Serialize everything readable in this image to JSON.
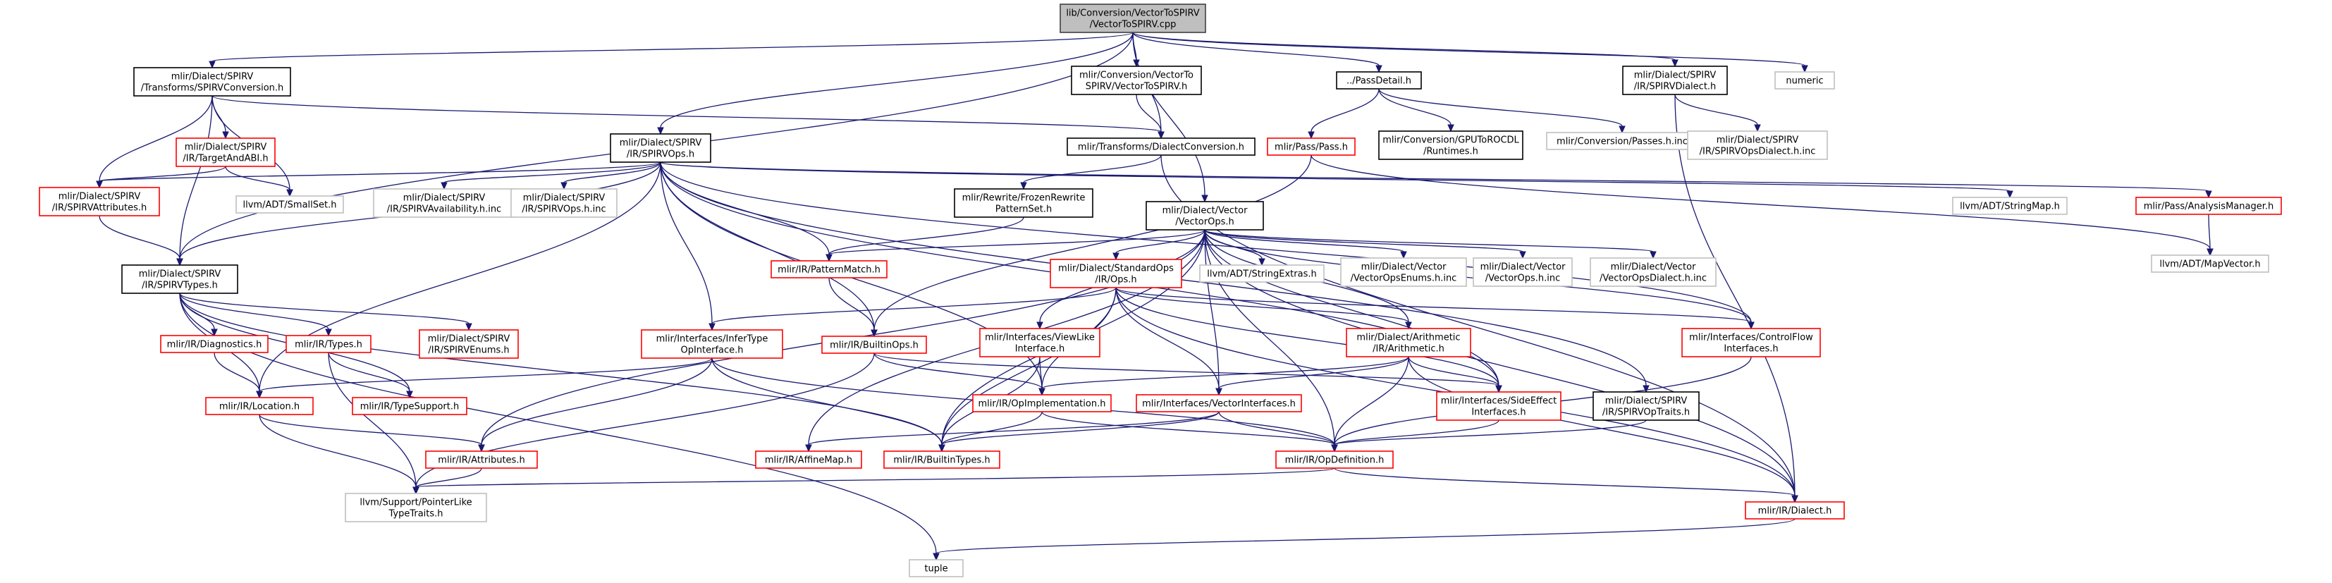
{
  "colors": {
    "edge": "#191970",
    "root_fill": "#bfbfbf",
    "root_stroke": "#404040",
    "documented": "#000000",
    "undocumented": "#ff0000",
    "external": "#bfbfbf"
  },
  "nodes": [
    {
      "id": "root",
      "kind": "root",
      "lines": [
        "lib/Conversion/VectorToSPIRV",
        "/VectorToSPIRV.cpp"
      ]
    },
    {
      "id": "spirvconv",
      "kind": "black",
      "lines": [
        "mlir/Dialect/SPIRV",
        "/Transforms/SPIRVConversion.h"
      ]
    },
    {
      "id": "vtospirvh",
      "kind": "black",
      "lines": [
        "mlir/Conversion/VectorTo",
        "SPIRV/VectorToSPIRV.h"
      ]
    },
    {
      "id": "passdetail",
      "kind": "black",
      "lines": [
        "../PassDetail.h"
      ]
    },
    {
      "id": "spirvdialect",
      "kind": "black",
      "lines": [
        "mlir/Dialect/SPIRV",
        "/IR/SPIRVDialect.h"
      ]
    },
    {
      "id": "numeric",
      "kind": "gray",
      "lines": [
        "numeric"
      ]
    },
    {
      "id": "targetabi",
      "kind": "red",
      "lines": [
        "mlir/Dialect/SPIRV",
        "/IR/TargetAndABI.h"
      ]
    },
    {
      "id": "spirvops",
      "kind": "black",
      "lines": [
        "mlir/Dialect/SPIRV",
        "/IR/SPIRVOps.h"
      ]
    },
    {
      "id": "dialectconv",
      "kind": "black",
      "lines": [
        "mlir/Transforms/DialectConversion.h"
      ]
    },
    {
      "id": "passh",
      "kind": "red",
      "lines": [
        "mlir/Pass/Pass.h"
      ]
    },
    {
      "id": "gpurocdl",
      "kind": "black",
      "lines": [
        "mlir/Conversion/GPUToROCDL",
        "/Runtimes.h"
      ]
    },
    {
      "id": "passesinc",
      "kind": "gray",
      "lines": [
        "mlir/Conversion/Passes.h.inc"
      ]
    },
    {
      "id": "spirvopsdialectinc",
      "kind": "gray",
      "lines": [
        "mlir/Dialect/SPIRV",
        "/IR/SPIRVOpsDialect.h.inc"
      ]
    },
    {
      "id": "spirvattrs",
      "kind": "red",
      "lines": [
        "mlir/Dialect/SPIRV",
        "/IR/SPIRVAttributes.h"
      ]
    },
    {
      "id": "smallset",
      "kind": "gray",
      "lines": [
        "llvm/ADT/SmallSet.h"
      ]
    },
    {
      "id": "spirvavail",
      "kind": "gray",
      "lines": [
        "mlir/Dialect/SPIRV",
        "/IR/SPIRVAvailability.h.inc"
      ]
    },
    {
      "id": "spirvopsinc",
      "kind": "gray",
      "lines": [
        "mlir/Dialect/SPIRV",
        "/IR/SPIRVOps.h.inc"
      ]
    },
    {
      "id": "frozen",
      "kind": "black",
      "lines": [
        "mlir/Rewrite/FrozenRewrite",
        "PatternSet.h"
      ]
    },
    {
      "id": "vectorops",
      "kind": "black",
      "lines": [
        "mlir/Dialect/Vector",
        "/VectorOps.h"
      ]
    },
    {
      "id": "stringmap",
      "kind": "gray",
      "lines": [
        "llvm/ADT/StringMap.h"
      ]
    },
    {
      "id": "analysismgr",
      "kind": "red",
      "lines": [
        "mlir/Pass/AnalysisManager.h"
      ]
    },
    {
      "id": "spirvtypes",
      "kind": "black",
      "lines": [
        "mlir/Dialect/SPIRV",
        "/IR/SPIRVTypes.h"
      ]
    },
    {
      "id": "patternmatch",
      "kind": "red",
      "lines": [
        "mlir/IR/PatternMatch.h"
      ]
    },
    {
      "id": "standardops",
      "kind": "red",
      "lines": [
        "mlir/Dialect/StandardOps",
        "/IR/Ops.h"
      ]
    },
    {
      "id": "stringextras",
      "kind": "gray",
      "lines": [
        "llvm/ADT/StringExtras.h"
      ]
    },
    {
      "id": "vecenums",
      "kind": "gray",
      "lines": [
        "mlir/Dialect/Vector",
        "/VectorOpsEnums.h.inc"
      ]
    },
    {
      "id": "vecopsinc",
      "kind": "gray",
      "lines": [
        "mlir/Dialect/Vector",
        "/VectorOps.h.inc"
      ]
    },
    {
      "id": "vecdialectinc",
      "kind": "gray",
      "lines": [
        "mlir/Dialect/Vector",
        "/VectorOpsDialect.h.inc"
      ]
    },
    {
      "id": "mapvector",
      "kind": "gray",
      "lines": [
        "llvm/ADT/MapVector.h"
      ]
    },
    {
      "id": "diagnostics",
      "kind": "red",
      "lines": [
        "mlir/IR/Diagnostics.h"
      ]
    },
    {
      "id": "irtypes",
      "kind": "red",
      "lines": [
        "mlir/IR/Types.h"
      ]
    },
    {
      "id": "spirvenums",
      "kind": "red",
      "lines": [
        "mlir/Dialect/SPIRV",
        "/IR/SPIRVEnums.h"
      ]
    },
    {
      "id": "infertype",
      "kind": "red",
      "lines": [
        "mlir/Interfaces/InferType",
        "OpInterface.h"
      ]
    },
    {
      "id": "builtinops",
      "kind": "red",
      "lines": [
        "mlir/IR/BuiltinOps.h"
      ]
    },
    {
      "id": "viewlike",
      "kind": "red",
      "lines": [
        "mlir/Interfaces/ViewLike",
        "Interface.h"
      ]
    },
    {
      "id": "arith",
      "kind": "red",
      "lines": [
        "mlir/Dialect/Arithmetic",
        "/IR/Arithmetic.h"
      ]
    },
    {
      "id": "controlflow",
      "kind": "red",
      "lines": [
        "mlir/Interfaces/ControlFlow",
        "Interfaces.h"
      ]
    },
    {
      "id": "location",
      "kind": "red",
      "lines": [
        "mlir/IR/Location.h"
      ]
    },
    {
      "id": "typesupport",
      "kind": "red",
      "lines": [
        "mlir/IR/TypeSupport.h"
      ]
    },
    {
      "id": "opimpl",
      "kind": "red",
      "lines": [
        "mlir/IR/OpImplementation.h"
      ]
    },
    {
      "id": "vecinterfaces",
      "kind": "red",
      "lines": [
        "mlir/Interfaces/VectorInterfaces.h"
      ]
    },
    {
      "id": "sideeffect",
      "kind": "red",
      "lines": [
        "mlir/Interfaces/SideEffect",
        "Interfaces.h"
      ]
    },
    {
      "id": "spirvoptraits",
      "kind": "black",
      "lines": [
        "mlir/Dialect/SPIRV",
        "/IR/SPIRVOpTraits.h"
      ]
    },
    {
      "id": "attributes",
      "kind": "red",
      "lines": [
        "mlir/IR/Attributes.h"
      ]
    },
    {
      "id": "affinemap",
      "kind": "red",
      "lines": [
        "mlir/IR/AffineMap.h"
      ]
    },
    {
      "id": "builtintypes",
      "kind": "red",
      "lines": [
        "mlir/IR/BuiltinTypes.h"
      ]
    },
    {
      "id": "opdef",
      "kind": "red",
      "lines": [
        "mlir/IR/OpDefinition.h"
      ]
    },
    {
      "id": "pointerlike",
      "kind": "gray",
      "lines": [
        "llvm/Support/PointerLike",
        "TypeTraits.h"
      ]
    },
    {
      "id": "irdialect",
      "kind": "red",
      "lines": [
        "mlir/IR/Dialect.h"
      ]
    },
    {
      "id": "tuple",
      "kind": "gray",
      "lines": [
        "tuple"
      ]
    }
  ],
  "edges": [
    [
      "root",
      "spirvconv"
    ],
    [
      "root",
      "vtospirvh"
    ],
    [
      "root",
      "passdetail"
    ],
    [
      "root",
      "spirvdialect"
    ],
    [
      "root",
      "numeric"
    ],
    [
      "root",
      "spirvops"
    ],
    [
      "root",
      "dialectconv"
    ],
    [
      "root",
      "vectorops"
    ],
    [
      "root",
      "spirvtypes"
    ],
    [
      "spirvconv",
      "targetabi"
    ],
    [
      "spirvconv",
      "smallset"
    ],
    [
      "spirvconv",
      "spirvattrs"
    ],
    [
      "spirvconv",
      "spirvtypes"
    ],
    [
      "spirvconv",
      "dialectconv"
    ],
    [
      "vtospirvh",
      "dialectconv"
    ],
    [
      "passdetail",
      "passh"
    ],
    [
      "passdetail",
      "gpurocdl"
    ],
    [
      "passdetail",
      "passesinc"
    ],
    [
      "spirvdialect",
      "spirvopsdialectinc"
    ],
    [
      "spirvdialect",
      "irdialect"
    ],
    [
      "targetabi",
      "spirvattrs"
    ],
    [
      "targetabi",
      "smallset"
    ],
    [
      "spirvops",
      "spirvattrs"
    ],
    [
      "spirvops",
      "spirvtypes"
    ],
    [
      "spirvops",
      "spirvavail"
    ],
    [
      "spirvops",
      "spirvopsinc"
    ],
    [
      "spirvops",
      "infertype"
    ],
    [
      "spirvops",
      "builtinops"
    ],
    [
      "spirvops",
      "opimpl"
    ],
    [
      "spirvops",
      "patternmatch"
    ],
    [
      "spirvops",
      "location"
    ],
    [
      "spirvops",
      "stringmap"
    ],
    [
      "spirvops",
      "sideeffect"
    ],
    [
      "spirvops",
      "controlflow"
    ],
    [
      "spirvops",
      "spirvoptraits"
    ],
    [
      "spirvops",
      "analysismgr"
    ],
    [
      "dialectconv",
      "frozen"
    ],
    [
      "dialectconv",
      "irdialect"
    ],
    [
      "passh",
      "mapvector"
    ],
    [
      "passh",
      "builtinops"
    ],
    [
      "spirvattrs",
      "spirvtypes"
    ],
    [
      "frozen",
      "patternmatch"
    ],
    [
      "vectorops",
      "patternmatch"
    ],
    [
      "vectorops",
      "standardops"
    ],
    [
      "vectorops",
      "stringextras"
    ],
    [
      "vectorops",
      "vecenums"
    ],
    [
      "vectorops",
      "vecopsinc"
    ],
    [
      "vectorops",
      "vecdialectinc"
    ],
    [
      "vectorops",
      "viewlike"
    ],
    [
      "vectorops",
      "builtintypes"
    ],
    [
      "vectorops",
      "vecinterfaces"
    ],
    [
      "vectorops",
      "attributes"
    ],
    [
      "vectorops",
      "affinemap"
    ],
    [
      "vectorops",
      "arith"
    ],
    [
      "vectorops",
      "sideeffect"
    ],
    [
      "vectorops",
      "controlflow"
    ],
    [
      "vectorops",
      "opdef"
    ],
    [
      "vectorops",
      "irdialect"
    ],
    [
      "analysismgr",
      "mapvector"
    ],
    [
      "spirvtypes",
      "diagnostics"
    ],
    [
      "spirvtypes",
      "irtypes"
    ],
    [
      "spirvtypes",
      "spirvenums"
    ],
    [
      "spirvtypes",
      "typesupport"
    ],
    [
      "spirvtypes",
      "location"
    ],
    [
      "spirvtypes",
      "builtintypes"
    ],
    [
      "spirvtypes",
      "tuple"
    ],
    [
      "patternmatch",
      "builtinops"
    ],
    [
      "standardops",
      "infertype"
    ],
    [
      "standardops",
      "opimpl"
    ],
    [
      "standardops",
      "arith"
    ],
    [
      "standardops",
      "controlflow"
    ],
    [
      "standardops",
      "vecinterfaces"
    ],
    [
      "standardops",
      "sideeffect"
    ],
    [
      "standardops",
      "builtintypes"
    ],
    [
      "standardops",
      "irdialect"
    ],
    [
      "diagnostics",
      "location"
    ],
    [
      "irtypes",
      "typesupport"
    ],
    [
      "irtypes",
      "pointerlike"
    ],
    [
      "infertype",
      "location"
    ],
    [
      "infertype",
      "attributes"
    ],
    [
      "infertype",
      "builtintypes"
    ],
    [
      "infertype",
      "opdef"
    ],
    [
      "builtinops",
      "opimpl"
    ],
    [
      "builtinops",
      "sideeffect"
    ],
    [
      "builtinops",
      "pointerlike"
    ],
    [
      "viewlike",
      "opimpl"
    ],
    [
      "viewlike",
      "builtintypes"
    ],
    [
      "arith",
      "opimpl"
    ],
    [
      "arith",
      "vecinterfaces"
    ],
    [
      "arith",
      "sideeffect"
    ],
    [
      "arith",
      "opdef"
    ],
    [
      "arith",
      "irdialect"
    ],
    [
      "controlflow",
      "opdef"
    ],
    [
      "location",
      "attributes"
    ],
    [
      "location",
      "pointerlike"
    ],
    [
      "opimpl",
      "builtintypes"
    ],
    [
      "opimpl",
      "opdef"
    ],
    [
      "vecinterfaces",
      "affinemap"
    ],
    [
      "vecinterfaces",
      "builtintypes"
    ],
    [
      "vecinterfaces",
      "opdef"
    ],
    [
      "sideeffect",
      "opdef"
    ],
    [
      "spirvoptraits",
      "opdef"
    ],
    [
      "attributes",
      "pointerlike"
    ],
    [
      "opdef",
      "pointerlike"
    ],
    [
      "opdef",
      "irdialect"
    ],
    [
      "irdialect",
      "tuple"
    ]
  ]
}
